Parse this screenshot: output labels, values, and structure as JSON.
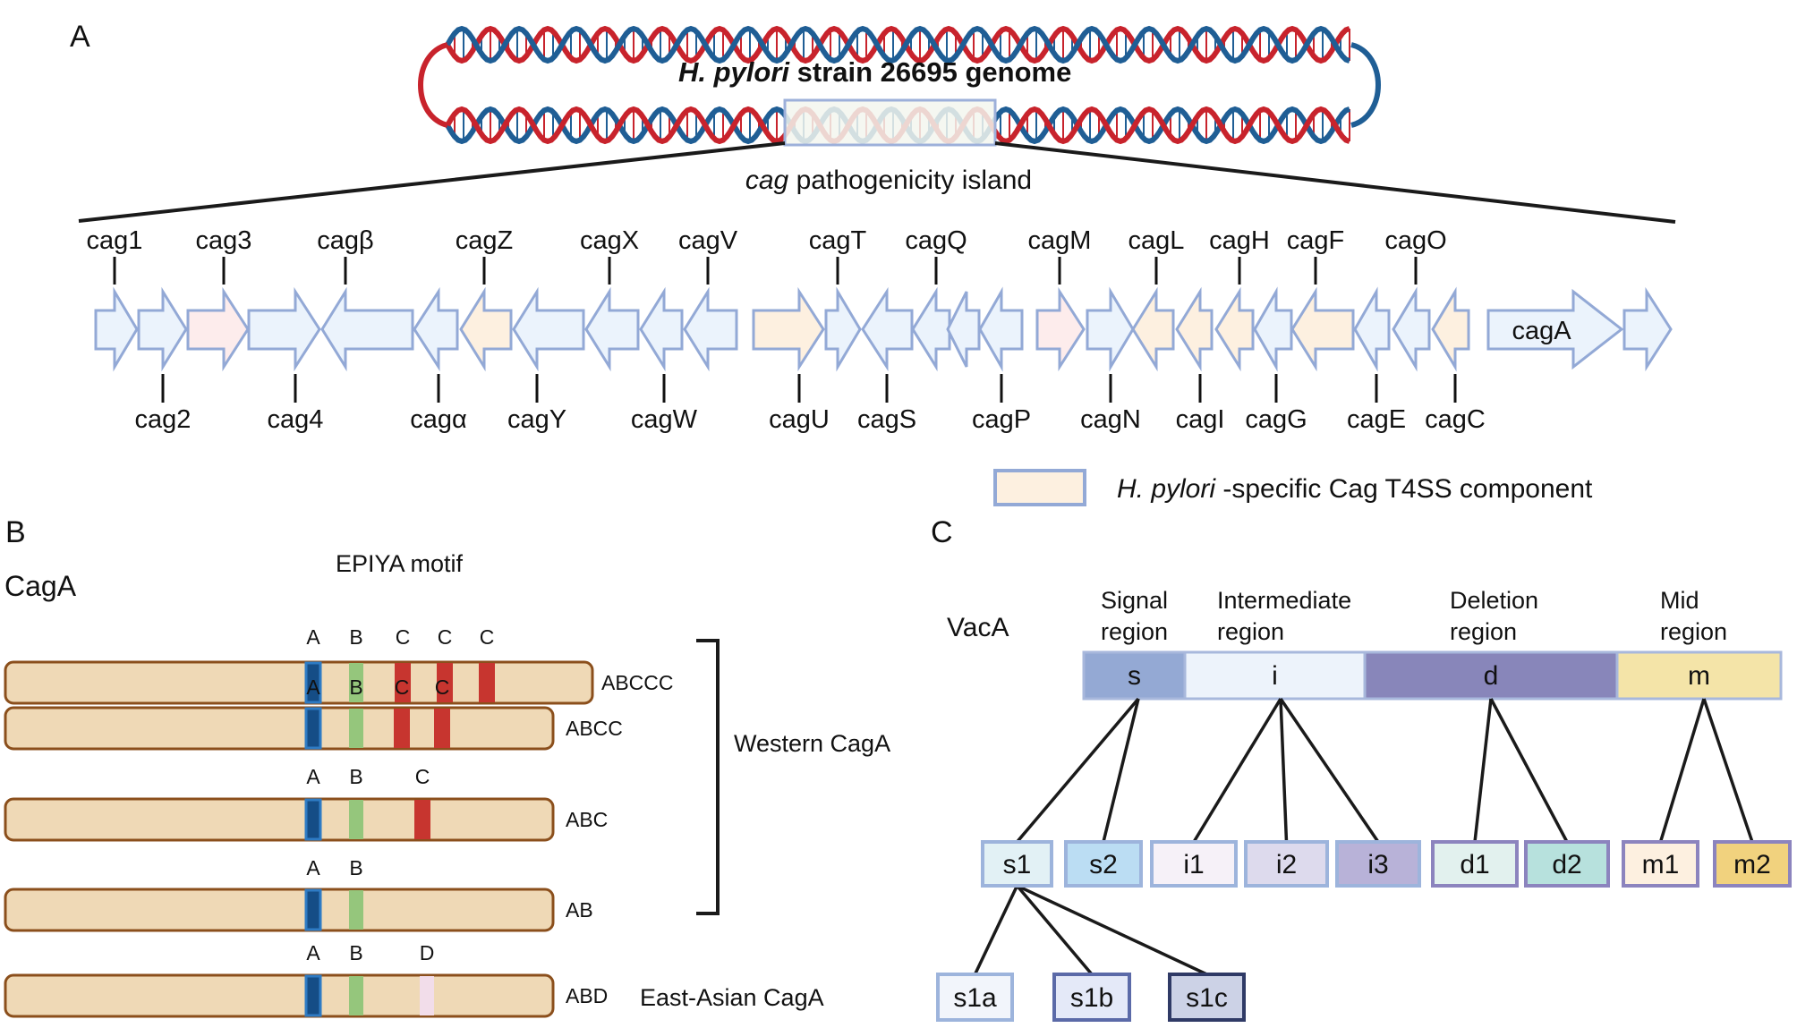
{
  "panelA": {
    "letter": "A",
    "genome_title_italic": "H. pylori",
    "genome_title_rest": " strain 26695 genome",
    "island_italic": "cag",
    "island_rest": " pathogenicity island",
    "colors": {
      "gene_default": "#EBF3FC",
      "gene_specific": "#FDF0E0",
      "gene_pink": "#FDECEC",
      "gene_stroke": "#93A9D6",
      "helix_red": "#C8232C",
      "helix_blue": "#1F5E95",
      "highlight_fill": "#F3F6EE",
      "highlight_stroke": "#9DB0DA"
    },
    "genes": [
      {
        "name": "cag1",
        "dir": "right",
        "type": "default",
        "label_pos": "top"
      },
      {
        "name": "cag2",
        "dir": "right",
        "type": "default",
        "label_pos": "bottom"
      },
      {
        "name": "cag3",
        "dir": "right",
        "type": "pink",
        "label_pos": "top"
      },
      {
        "name": "cag4",
        "dir": "right",
        "type": "default",
        "label_pos": "bottom"
      },
      {
        "name": "cagβ",
        "dir": "left",
        "type": "default",
        "label_pos": "top"
      },
      {
        "name": "cagα",
        "dir": "left",
        "type": "default",
        "label_pos": "bottom"
      },
      {
        "name": "cagZ",
        "dir": "left",
        "type": "specific",
        "label_pos": "top"
      },
      {
        "name": "cagY",
        "dir": "left",
        "type": "default",
        "label_pos": "bottom"
      },
      {
        "name": "cagX",
        "dir": "left",
        "type": "default",
        "label_pos": "top"
      },
      {
        "name": "cagW",
        "dir": "left",
        "type": "default",
        "label_pos": "bottom"
      },
      {
        "name": "cagV",
        "dir": "left",
        "type": "default",
        "label_pos": "top"
      },
      {
        "name": "cagU",
        "dir": "right",
        "type": "specific",
        "label_pos": "bottom"
      },
      {
        "name": "cagT",
        "dir": "right",
        "type": "default",
        "label_pos": "top"
      },
      {
        "name": "cagS",
        "dir": "left",
        "type": "default",
        "label_pos": "bottom"
      },
      {
        "name": "cagQ",
        "dir": "left",
        "type": "default",
        "label_pos": "top"
      },
      {
        "name": "",
        "dir": "left",
        "type": "default",
        "label_pos": "none"
      },
      {
        "name": "cagP",
        "dir": "left",
        "type": "default",
        "label_pos": "bottom"
      },
      {
        "name": "cagM",
        "dir": "right",
        "type": "pink",
        "label_pos": "top"
      },
      {
        "name": "cagN",
        "dir": "right",
        "type": "default",
        "label_pos": "bottom"
      },
      {
        "name": "cagL",
        "dir": "left",
        "type": "specific",
        "label_pos": "top"
      },
      {
        "name": "cagI",
        "dir": "left",
        "type": "specific",
        "label_pos": "bottom"
      },
      {
        "name": "cagH",
        "dir": "left",
        "type": "specific",
        "label_pos": "top"
      },
      {
        "name": "cagG",
        "dir": "left",
        "type": "default",
        "label_pos": "bottom"
      },
      {
        "name": "cagF",
        "dir": "left",
        "type": "specific",
        "label_pos": "top"
      },
      {
        "name": "cagE",
        "dir": "left",
        "type": "default",
        "label_pos": "bottom"
      },
      {
        "name": "cagO",
        "dir": "left",
        "type": "default",
        "label_pos": "top"
      },
      {
        "name": "cagC",
        "dir": "left",
        "type": "specific",
        "label_pos": "bottom"
      },
      {
        "name": "cagA",
        "dir": "right",
        "type": "default",
        "label_pos": "inside"
      },
      {
        "name": "",
        "dir": "right",
        "type": "default",
        "label_pos": "none"
      }
    ],
    "legend": {
      "italic": "H. pylori",
      "rest": " -specific Cag T4SS component"
    }
  },
  "panelB": {
    "letter": "B",
    "protein_label": "CagA",
    "motif_title": "EPIYA motif",
    "colors": {
      "bar_fill": "#EFD9B6",
      "bar_stroke": "#8B4F1C",
      "A_fill": "#154D86",
      "A_stroke": "#2E7BC4",
      "B": "#95C67C",
      "C": "#C7352F",
      "D": "#F2DDEA"
    },
    "variants": [
      {
        "name": "ABCCC",
        "motifs": [
          "A",
          "B",
          "C",
          "C",
          "C"
        ]
      },
      {
        "name": "ABCC",
        "motifs": [
          "A",
          "B",
          "C",
          "C"
        ]
      },
      {
        "name": "ABC",
        "motifs": [
          "A",
          "B",
          "C"
        ]
      },
      {
        "name": "AB",
        "motifs": [
          "A",
          "B"
        ]
      },
      {
        "name": "ABD",
        "motifs": [
          "A",
          "B",
          "D"
        ]
      }
    ],
    "western_label": "Western CagA",
    "east_asian_label": "East-Asian CagA"
  },
  "panelC": {
    "letter": "C",
    "protein_label": "VacA",
    "regions": [
      {
        "key": "s",
        "title1": "Signal",
        "title2": "region",
        "color": "#94A9D4"
      },
      {
        "key": "i",
        "title1": "Intermediate",
        "title2": "region",
        "color": "#EDF3FB"
      },
      {
        "key": "d",
        "title1": "Deletion",
        "title2": "region",
        "color": "#8886BA"
      },
      {
        "key": "m",
        "title1": "Mid",
        "title2": "region",
        "color": "#F4E4A8"
      }
    ],
    "region_stroke": "#A8B8DC",
    "alleles": [
      {
        "name": "s1",
        "parent": "s",
        "fill": "#E2F1F5",
        "stroke": "#9DB4DC"
      },
      {
        "name": "s2",
        "parent": "s",
        "fill": "#BBDDF3",
        "stroke": "#9DB4DC"
      },
      {
        "name": "i1",
        "parent": "i",
        "fill": "#F6F1F8",
        "stroke": "#9DB4DC"
      },
      {
        "name": "i2",
        "parent": "i",
        "fill": "#DDDAED",
        "stroke": "#9DB4DC"
      },
      {
        "name": "i3",
        "parent": "i",
        "fill": "#B8B2D8",
        "stroke": "#9DB4DC"
      },
      {
        "name": "d1",
        "parent": "d",
        "fill": "#E2F1EE",
        "stroke": "#8C84BE"
      },
      {
        "name": "d2",
        "parent": "d",
        "fill": "#B7E1DD",
        "stroke": "#8C84BE"
      },
      {
        "name": "m1",
        "parent": "m",
        "fill": "#FDF0E0",
        "stroke": "#8C84BE"
      },
      {
        "name": "m2",
        "parent": "m",
        "fill": "#F1D27E",
        "stroke": "#8C84BE"
      }
    ],
    "subtypes": [
      {
        "name": "s1a",
        "parent": "s1",
        "fill": "#F2F5FB",
        "stroke": "#9DB4DC"
      },
      {
        "name": "s1b",
        "parent": "s1",
        "fill": "#E4E9F8",
        "stroke": "#5B6AA8"
      },
      {
        "name": "s1c",
        "parent": "s1",
        "fill": "#CCD2E6",
        "stroke": "#2F3A66"
      }
    ]
  }
}
